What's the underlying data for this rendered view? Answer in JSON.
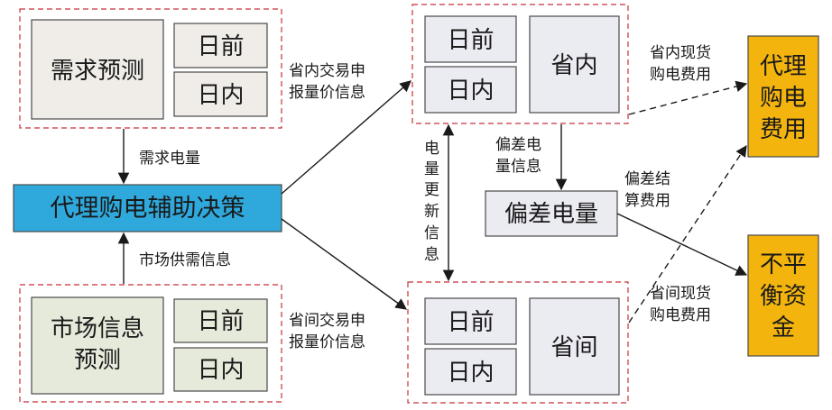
{
  "colors": {
    "demand_fill": "#f0ece8",
    "market_fill": "#e6eadb",
    "grid_fill": "#ebebf2",
    "center_fill": "#2fa9dc",
    "output_fill": "#f3b40e",
    "group_border": "#c8323a",
    "box_border": "#4a4a4a"
  },
  "demand": {
    "title": "需求预测",
    "day_ahead": "日前",
    "intraday": "日内"
  },
  "market": {
    "title_line1": "市场信息",
    "title_line2": "预测",
    "day_ahead": "日前",
    "intraday": "日内"
  },
  "center": {
    "title": "代理购电辅助决策"
  },
  "provincial": {
    "title": "省内",
    "day_ahead": "日前",
    "intraday": "日内"
  },
  "interprovincial": {
    "title": "省间",
    "day_ahead": "日前",
    "intraday": "日内"
  },
  "deviation": {
    "title": "偏差电量"
  },
  "outputs": {
    "agency_cost": [
      "代理",
      "购电",
      "费用"
    ],
    "imbalance_fund": [
      "不平",
      "衡资",
      "金"
    ]
  },
  "labels": {
    "demand_volume": "需求电量",
    "market_supply_demand": "市场供需信息",
    "provincial_bid_line1": "省内交易申",
    "provincial_bid_line2": "报量价信息",
    "interprovincial_bid_line1": "省间交易申",
    "interprovincial_bid_line2": "报量价信息",
    "volume_update": [
      "电",
      "量",
      "更",
      "新",
      "信",
      "息"
    ],
    "deviation_info_line1": "偏差电",
    "deviation_info_line2": "量信息",
    "provincial_spot_line1": "省内现货",
    "provincial_spot_line2": "购电费用",
    "interprovincial_spot_line1": "省间现货",
    "interprovincial_spot_line2": "购电费用",
    "deviation_settle_line1": "偏差结",
    "deviation_settle_line2": "算费用"
  }
}
